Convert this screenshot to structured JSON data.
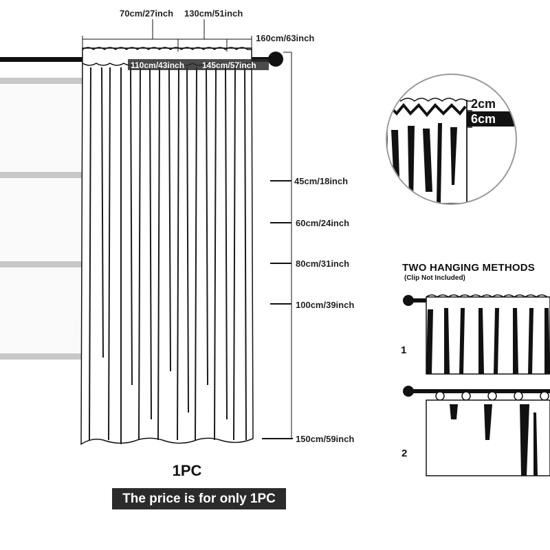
{
  "widths": {
    "w70": "70cm/27inch",
    "w130": "130cm/51inch",
    "w160": "160cm/63inch",
    "w110": "110cm/43inch",
    "w145": "145cm/57inch"
  },
  "lengths": {
    "l45": "45cm/18inch",
    "l60": "60cm/24inch",
    "l80": "80cm/31inch",
    "l100": "100cm/39inch",
    "l150": "150cm/59inch"
  },
  "zoom": {
    "top_size": "2cm",
    "pocket_size": "6cm"
  },
  "quantity": "1PC",
  "price_note": "The price is for only 1PC",
  "methods": {
    "title": "TWO HANGING METHODS",
    "subtitle": "(Clip Not Included)",
    "method_1": "1",
    "method_2": "2"
  },
  "colors": {
    "rod": "#111111",
    "fold": "#1a1a1a",
    "note_bg": "#2b2b2b"
  }
}
